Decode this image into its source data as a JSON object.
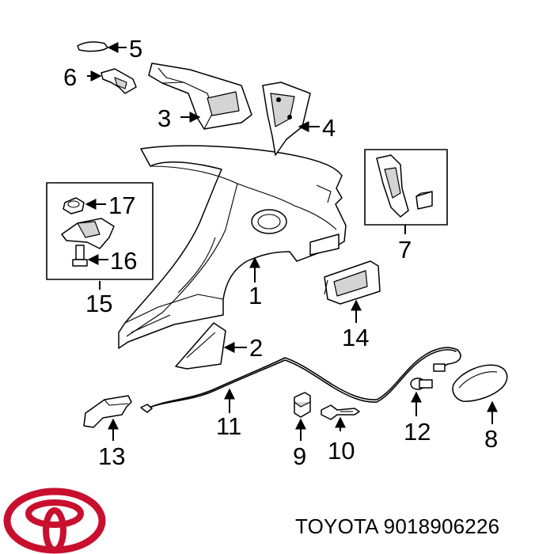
{
  "diagram": {
    "callouts": [
      {
        "id": "c1",
        "label": "1"
      },
      {
        "id": "c2",
        "label": "2"
      },
      {
        "id": "c3",
        "label": "3"
      },
      {
        "id": "c4",
        "label": "4"
      },
      {
        "id": "c5",
        "label": "5"
      },
      {
        "id": "c6",
        "label": "6"
      },
      {
        "id": "c7",
        "label": "7"
      },
      {
        "id": "c8",
        "label": "8"
      },
      {
        "id": "c9",
        "label": "9"
      },
      {
        "id": "c10",
        "label": "10"
      },
      {
        "id": "c11",
        "label": "11"
      },
      {
        "id": "c12",
        "label": "12"
      },
      {
        "id": "c13",
        "label": "13"
      },
      {
        "id": "c14",
        "label": "14"
      },
      {
        "id": "c15",
        "label": "15"
      },
      {
        "id": "c16",
        "label": "16"
      },
      {
        "id": "c17",
        "label": "17"
      }
    ]
  },
  "footer": {
    "part_text": "TOYOTA 9018906226",
    "logo_icon": "toyota-logo-icon",
    "logo_color": "#c8102e"
  }
}
